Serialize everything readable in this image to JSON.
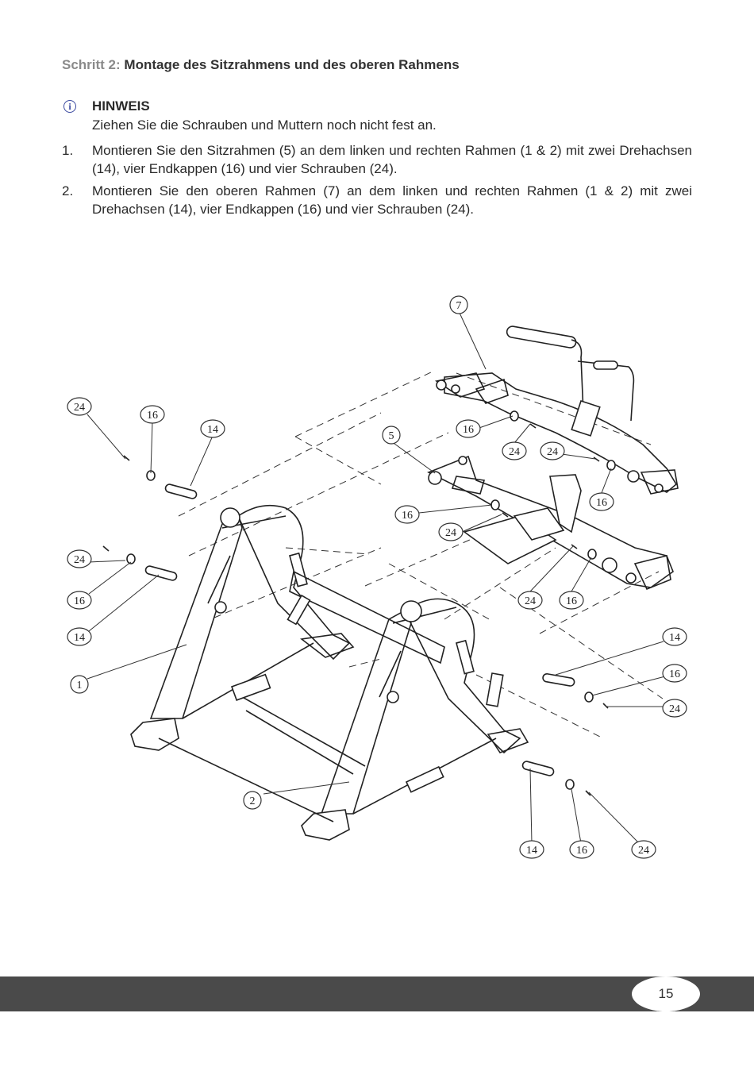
{
  "step": {
    "label": "Schritt 2:",
    "title": " Montage des Sitzrahmens und des oberen Rahmens"
  },
  "note": {
    "icon": "info-icon",
    "title": "HINWEIS",
    "text": "Ziehen Sie die Schrauben und Muttern noch nicht fest an."
  },
  "steps": [
    {
      "num": "1.",
      "text": "Montieren Sie den Sitzrahmen (5) an dem linken und rechten Rahmen (1 & 2) mit zwei Drehachsen (14), vier Endkappen (16) und vier Schrauben (24)."
    },
    {
      "num": "2.",
      "text": "Montieren Sie den oberen Rahmen (7) an dem linken und rechten Rahmen (1 & 2) mit zwei Drehachsen (14), vier Endkappen (16) und vier Schrauben (24)."
    }
  ],
  "callouts": {
    "c7": "7",
    "c5": "5",
    "c1": "1",
    "c2": "2",
    "c14": "14",
    "c16": "16",
    "c24": "24"
  },
  "footer": {
    "page_number": "15"
  }
}
